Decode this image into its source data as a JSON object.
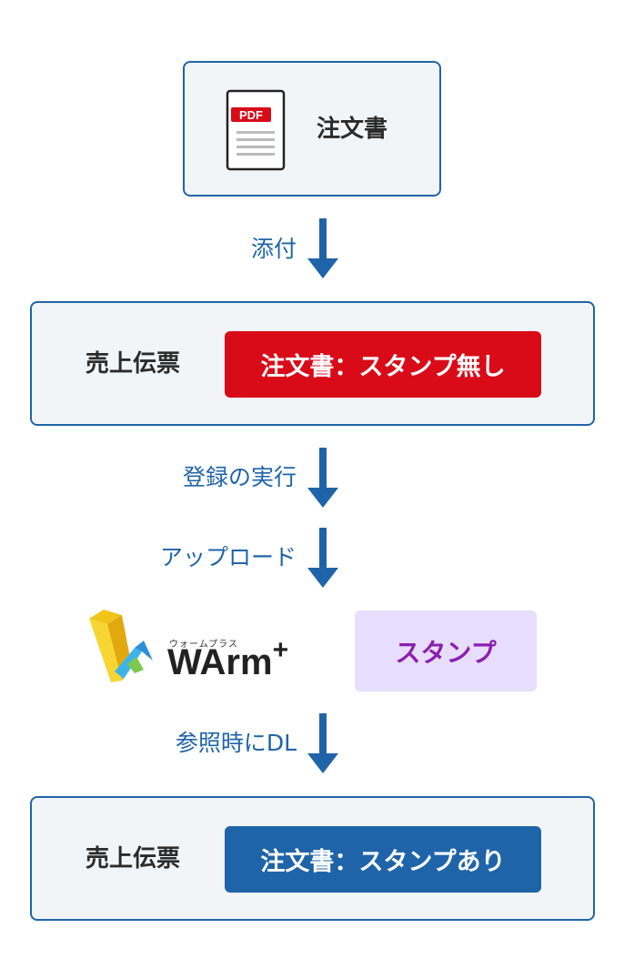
{
  "colors": {
    "primary_blue": "#1f64a8",
    "red_pill": "#d90b19",
    "box_bg": "#f2f5f8",
    "stamp_bg": "#e7ddfc",
    "stamp_text": "#8a1fb0"
  },
  "top": {
    "pdf_icon_text": "PDF",
    "label": "注文書"
  },
  "steps": {
    "attach": "添付",
    "register": "登録の実行",
    "upload": "アップロード",
    "download": "参照時にDL"
  },
  "sales_before": {
    "label": "売上伝票",
    "pill": "注文書：スタンプ無し"
  },
  "logo": {
    "kana": "ウォームプラス",
    "wordmark": "WArm",
    "plus": "+"
  },
  "stamp": {
    "label": "スタンプ"
  },
  "sales_after": {
    "label": "売上伝票",
    "pill": "注文書：スタンプあり"
  }
}
